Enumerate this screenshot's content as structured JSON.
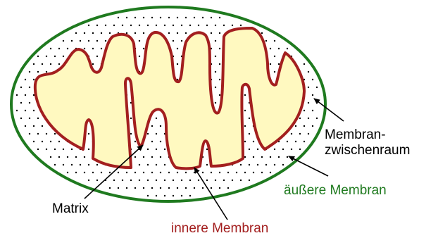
{
  "labels": {
    "matrix": "Matrix",
    "inner_membrane": "innere Membran",
    "outer_membrane": "äußere Membran",
    "intermembrane_space_line1": "Membran-",
    "intermembrane_space_line2": "zwischenraum"
  },
  "colors": {
    "outer_membrane": "#1f7a1f",
    "inner_membrane": "#a31f1f",
    "matrix_fill": "#fff9c0",
    "dots": "#000000",
    "text": "#000000",
    "leader_lines": "#000000"
  }
}
